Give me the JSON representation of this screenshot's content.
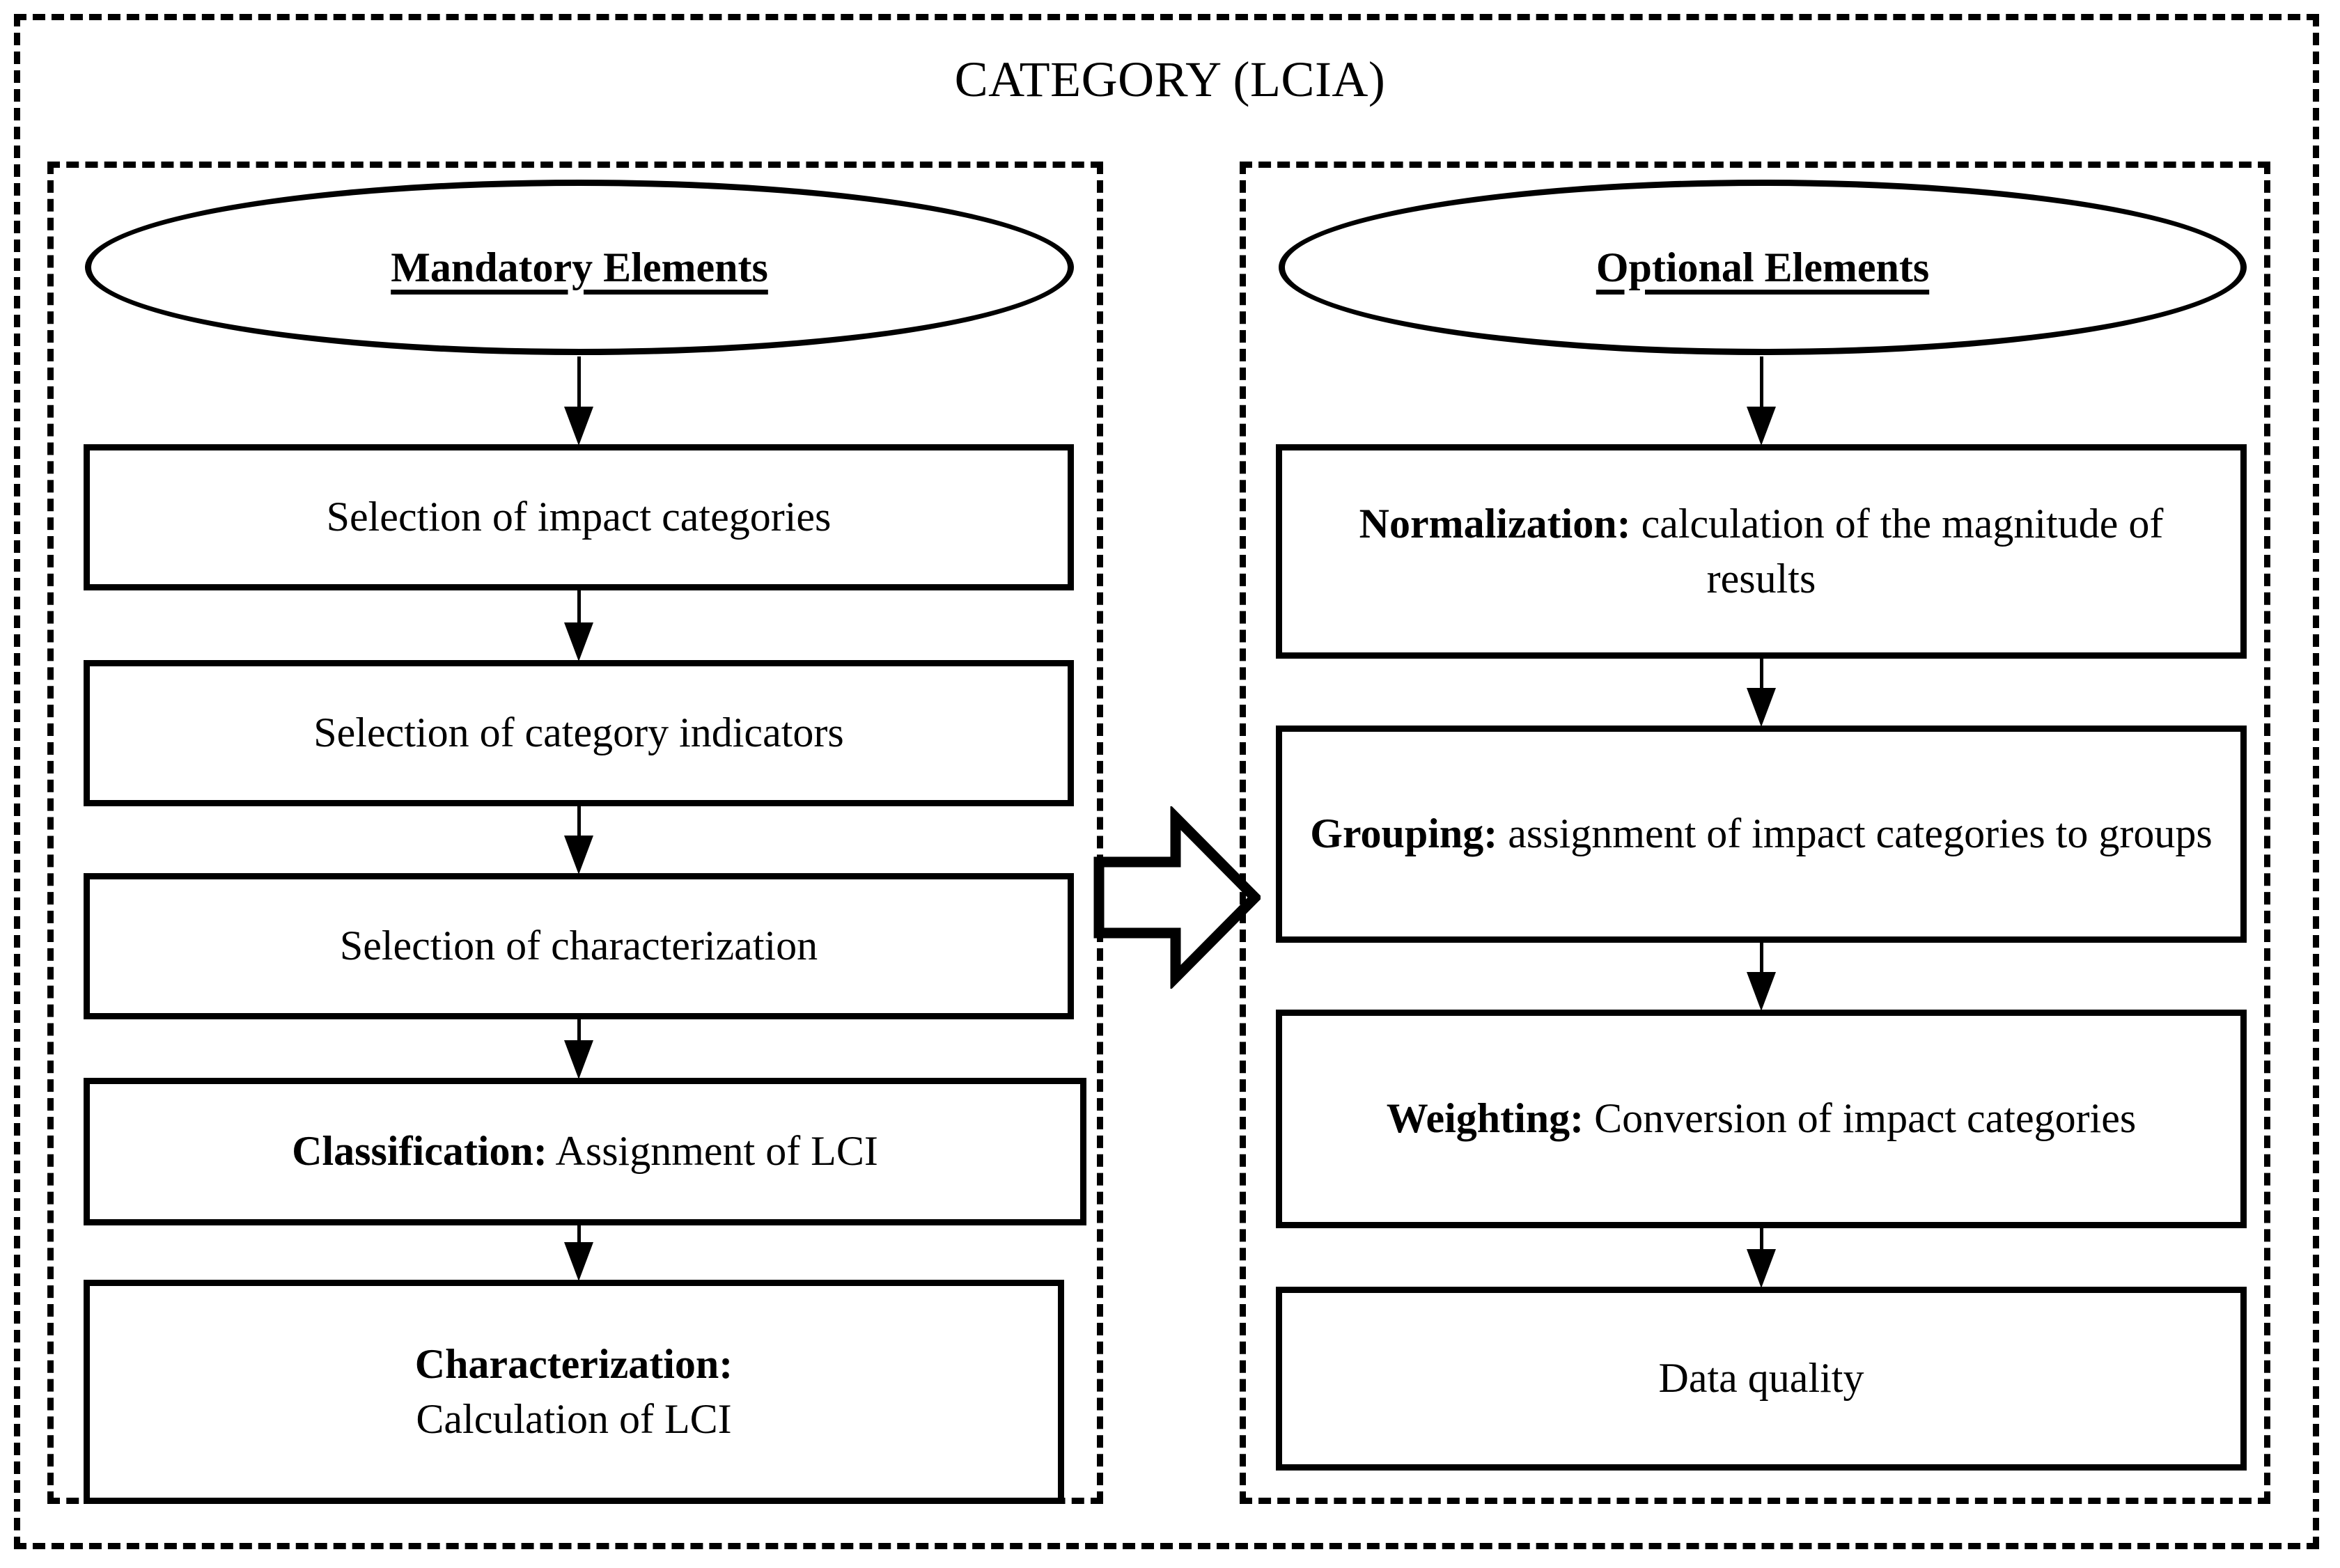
{
  "diagram": {
    "title": "CATEGORY (LCIA)",
    "type": "flowchart",
    "columns": [
      {
        "id": "mandatory",
        "header": "Mandatory Elements",
        "steps": [
          {
            "bold": "",
            "text": "Selection of impact categories"
          },
          {
            "bold": "",
            "text": "Selection of category indicators"
          },
          {
            "bold": "",
            "text": "Selection of characterization"
          },
          {
            "bold": "Classification:",
            "text": " Assignment of LCI"
          },
          {
            "bold": "Characterization:",
            "text": "Calculation of LCI"
          }
        ]
      },
      {
        "id": "optional",
        "header": "Optional Elements",
        "steps": [
          {
            "bold": "Normalization:",
            "text": " calculation of the magnitude of results"
          },
          {
            "bold": "Grouping:",
            "text": " assignment of impact categories to groups"
          },
          {
            "bold": "Weighting:",
            "text": " Conversion of impact categories"
          },
          {
            "bold": "",
            "text": "Data quality"
          }
        ]
      }
    ],
    "connector": {
      "name": "block-arrow-left-to-right",
      "direction": "right"
    },
    "colors": {
      "stroke": "#000000",
      "background": "#ffffff"
    }
  }
}
